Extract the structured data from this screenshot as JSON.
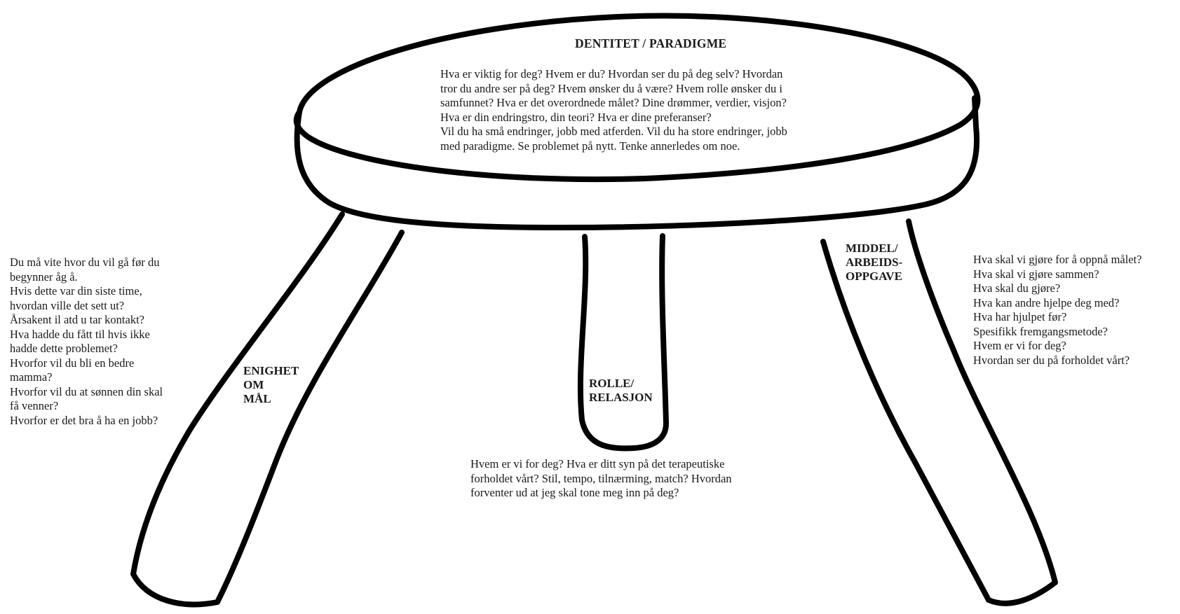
{
  "seat": {
    "title": "DENTITET / PARADIGME",
    "lines": [
      "Hva er viktig for deg? Hvem er du? Hvordan ser du på deg selv? Hvordan",
      "tror du andre ser på deg? Hvem ønsker du å være? Hvem rolle ønsker du i",
      "samfunnet? Hva er det overordnede målet? Dine drømmer, verdier, visjon?",
      "Hva er din endringstro, din teori? Hva er dine preferanser?",
      "Vil du ha små endringer, jobb med atferden. Vil du ha store endringer, jobb",
      "med paradigme. Se problemet på nytt. Tenke annerledes om noe."
    ]
  },
  "left_leg": {
    "label_lines": [
      "ENIGHET",
      "OM",
      "MÅL"
    ],
    "lines": [
      "Du må vite hvor du vil gå før du",
      "begynner åg å.",
      "Hvis dette var din siste time,",
      "hvordan ville det sett ut?",
      "Årsakent il atd u tar kontakt?",
      "Hva hadde du fått til hvis ikke",
      "hadde dette problemet?",
      "Hvorfor vil du bli en bedre",
      "mamma?",
      "Hvorfor vil du at sønnen din skal",
      "få venner?",
      "Hvorfor er det bra å ha en jobb?"
    ]
  },
  "middle_leg": {
    "label_lines": [
      "ROLLE/",
      "RELASJON"
    ],
    "lines": [
      "Hvem er vi for deg? Hva er ditt syn på det terapeutiske",
      "forholdet vårt? Stil, tempo, tilnærming, match? Hvordan",
      "forventer ud at jeg skal tone meg inn på deg?"
    ]
  },
  "right_leg": {
    "label_lines": [
      "MIDDEL/",
      "ARBEIDS-",
      "OPPGAVE"
    ],
    "lines": [
      "Hva skal vi gjøre for å oppnå målet?",
      "Hva skal vi gjøre sammen?",
      "Hva skal du gjøre?",
      "Hva kan andre hjelpe deg med?",
      "Hva har hjulpet før?",
      "Spesifikk fremgangsmetode?",
      "Hvem er vi for deg?",
      "Hvordan ser du på forholdet vårt?"
    ]
  }
}
